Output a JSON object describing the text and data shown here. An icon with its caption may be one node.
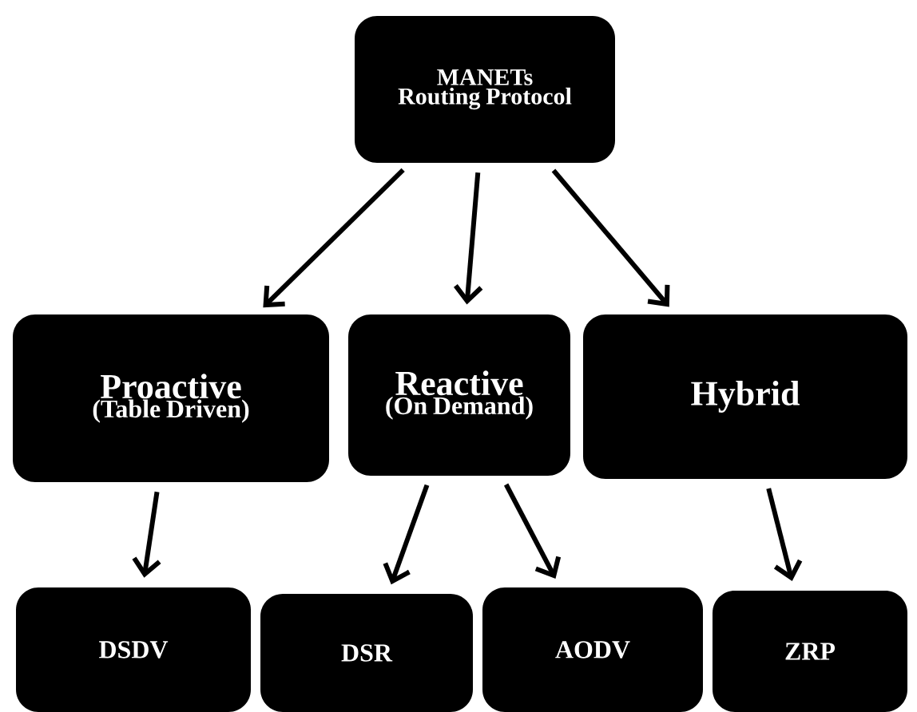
{
  "diagram": {
    "nodes": [
      {
        "text": [
          "MANETs Routing Protocol"
        ]
      },
      {
        "text": [
          "Proactive",
          "(Table Driven)"
        ]
      },
      {
        "text": [
          "Reactive",
          "(On Demand)"
        ]
      },
      {
        "text": [
          "Hybrid"
        ]
      },
      {
        "text": [
          "DSDV"
        ]
      },
      {
        "text": [
          "DSR"
        ]
      },
      {
        "text": [
          "AODV"
        ]
      },
      {
        "text": [
          "ZRP"
        ]
      }
    ],
    "edges": [
      {
        "from": 0,
        "to": 1,
        "arrow": "to"
      },
      {
        "from": 0,
        "to": 2,
        "arrow": "to"
      },
      {
        "from": 0,
        "to": 3,
        "arrow": "to"
      },
      {
        "from": 1,
        "to": 4,
        "arrow": "to"
      },
      {
        "from": 2,
        "to": 5,
        "arrow": "to"
      },
      {
        "from": 2,
        "to": 6,
        "arrow": "to"
      },
      {
        "from": 3,
        "to": 7,
        "arrow": "to"
      }
    ]
  }
}
